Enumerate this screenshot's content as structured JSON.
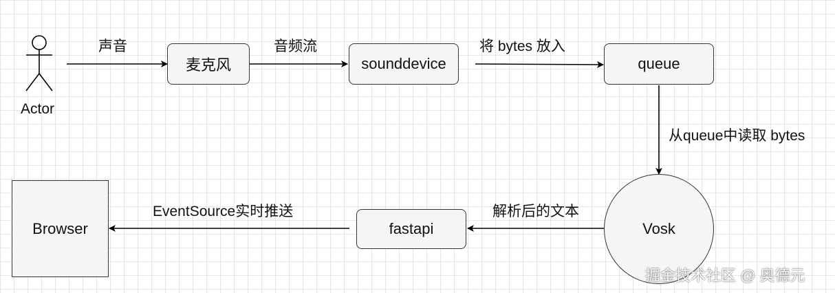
{
  "actor": {
    "label": "Actor"
  },
  "nodes": {
    "microphone": "麦克风",
    "sounddevice": "sounddevice",
    "queue": "queue",
    "vosk": "Vosk",
    "fastapi": "fastapi",
    "browser": "Browser"
  },
  "edges": {
    "actor_to_microphone": "声音",
    "microphone_to_sounddevice": "音频流",
    "sounddevice_to_queue": "将 bytes 放入",
    "queue_to_vosk": "从queue中读取 bytes",
    "vosk_to_fastapi": "解析后的文本",
    "fastapi_to_browser": "EventSource实时推送"
  },
  "watermark": "掘金技术社区 @ 奥德元"
}
